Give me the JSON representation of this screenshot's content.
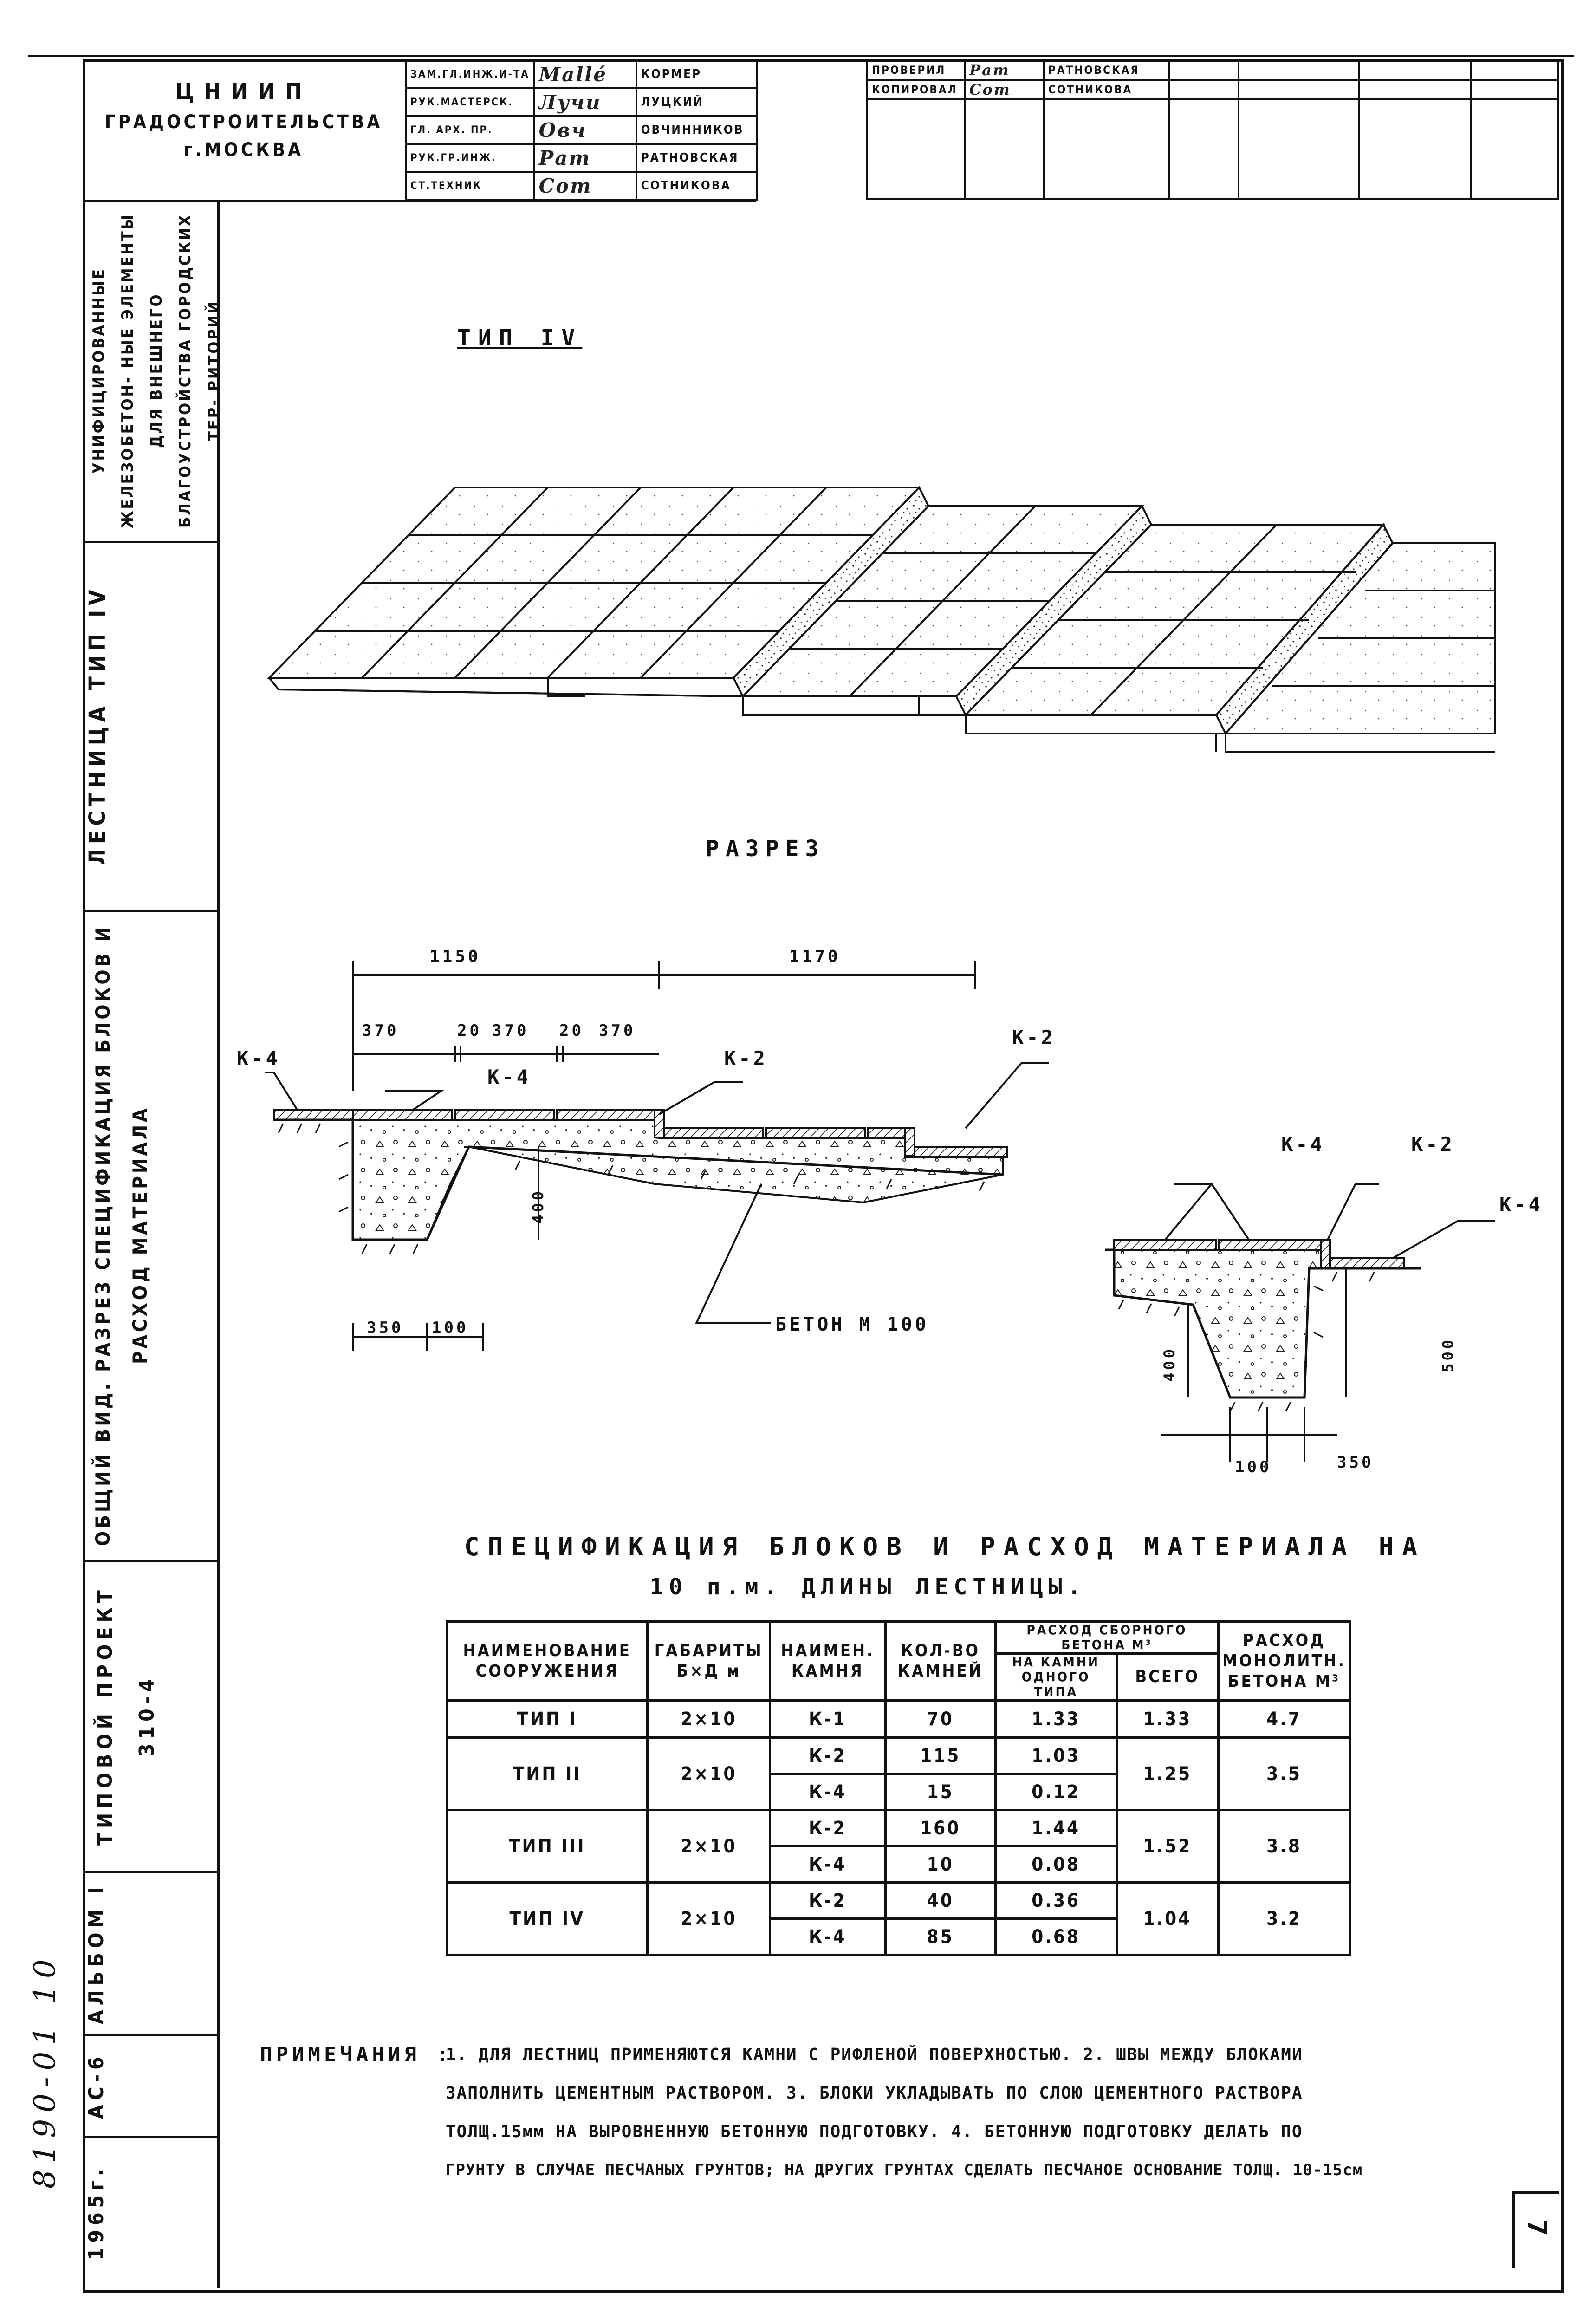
{
  "title_block": {
    "org_line1": "ЦНИИП",
    "org_line2": "ГРАДОСТРОИТЕЛЬСТВА",
    "org_line3": "г.МОСКВА",
    "roles": [
      "ЗАМ.ГЛ.ИНЖ.И-ТА",
      "РУК.МАСТЕРСК.",
      "ГЛ. АРХ. ПР.",
      "РУК.ГР.ИНЖ.",
      "СТ.ТЕХНИК"
    ],
    "names": [
      "КОРМЕР",
      "ЛУЦКИЙ",
      "ОВЧИННИКОВ",
      "РАТНОВСКАЯ",
      "СОТНИКОВА"
    ],
    "check_roles": [
      "ПРОВЕРИЛ",
      "КОПИРОВАЛ"
    ],
    "check_names": [
      "РАТНОВСКАЯ",
      "СОТНИКОВА"
    ]
  },
  "side_strip": {
    "project_title": "УНИФИЦИРОВАННЫЕ ЖЕЛЕЗОБЕТОН- НЫЕ ЭЛЕМЕНТЫ ДЛЯ ВНЕШНЕГО БЛАГОУСТРОЙСТВА ГОРОДСКИХ ТЕР- РИТОРИЙ",
    "object": "ЛЕСТНИЦА ТИП IV",
    "sheet_title": "ОБЩИЙ ВИД. РАЗРЕЗ СПЕЦИФИКАЦИЯ БЛОКОВ И РАСХОД МАТЕРИАЛА",
    "typical_project": "ТИПОВОЙ ПРОЕКТ 310-4",
    "album": "АЛЬБОМ I",
    "sheet_code": "АС-6",
    "year": "1965г.",
    "stamp": "8190-01 10"
  },
  "drawing": {
    "view_title": "ТИП IV",
    "section_title": "РАЗРЕЗ",
    "dims_top": [
      "1150",
      "1170"
    ],
    "dims_sub": [
      "370",
      "20",
      "370",
      "20",
      "370"
    ],
    "dim_400": "400",
    "dims_bottom_left": [
      "350",
      "100"
    ],
    "dim_400b": "400",
    "dim_500": "500",
    "dims_bottom_right": [
      "100",
      "350"
    ],
    "labels": {
      "k4_left": "К-4",
      "k4_mid": "К-4",
      "k2_a": "К-2",
      "k2_b": "К-2",
      "concrete": "БЕТОН М 100",
      "k4_r1": "К-4",
      "k2_r": "К-2",
      "k4_r2": "К-4"
    }
  },
  "spec": {
    "title_line1": "СПЕЦИФИКАЦИЯ БЛОКОВ И РАСХОД МАТЕРИАЛА НА",
    "title_line2": "10 п.м. ДЛИНЫ ЛЕСТНИЦЫ.",
    "headers": {
      "name": "НАИМЕНОВАНИЕ СООРУЖЕНИЯ",
      "dims": "ГАБАРИТЫ Б×Д м",
      "stone": "НАИМЕН. КАМНЯ",
      "count": "КОЛ-ВО КАМНЕЙ",
      "precast": "РАСХОД СБОРНОГО БЕТОНА М³",
      "per_stone": "НА КАМНИ ОДНОГО ТИПА",
      "total": "ВСЕГО",
      "monolith": "РАСХОД МОНОЛИТН. БЕТОНА М³"
    },
    "rows": [
      {
        "type": "ТИП I",
        "dims": "2×10",
        "stones": [
          {
            "name": "К-1",
            "count": "70",
            "vol": "1.33"
          }
        ],
        "total": "1.33",
        "mono": "4.7"
      },
      {
        "type": "ТИП II",
        "dims": "2×10",
        "stones": [
          {
            "name": "К-2",
            "count": "115",
            "vol": "1.03"
          },
          {
            "name": "К-4",
            "count": "15",
            "vol": "0.12"
          }
        ],
        "total": "1.25",
        "mono": "3.5"
      },
      {
        "type": "ТИП III",
        "dims": "2×10",
        "stones": [
          {
            "name": "К-2",
            "count": "160",
            "vol": "1.44"
          },
          {
            "name": "К-4",
            "count": "10",
            "vol": "0.08"
          }
        ],
        "total": "1.52",
        "mono": "3.8"
      },
      {
        "type": "ТИП IV",
        "dims": "2×10",
        "stones": [
          {
            "name": "К-2",
            "count": "40",
            "vol": "0.36"
          },
          {
            "name": "К-4",
            "count": "85",
            "vol": "0.68"
          }
        ],
        "total": "1.04",
        "mono": "3.2"
      }
    ]
  },
  "notes": {
    "label": "ПРИМЕЧАНИЯ :",
    "line1": "1. ДЛЯ ЛЕСТНИЦ ПРИМЕНЯЮТСЯ КАМНИ С РИФЛЕНОЙ ПОВЕРХНОСТЬЮ. 2. ШВЫ МЕЖДУ БЛОКАМИ",
    "line2": "ЗАПОЛНИТЬ ЦЕМЕНТНЫМ РАСТВОРОМ. 3. БЛОКИ УКЛАДЫВАТЬ ПО СЛОЮ ЦЕМЕНТНОГО РАСТВОРА",
    "line3": "ТОЛЩ.15мм НА ВЫРОВНЕННУЮ БЕТОННУЮ ПОДГОТОВКУ. 4. БЕТОННУЮ ПОДГОТОВКУ ДЕЛАТЬ ПО",
    "line4": "ГРУНТУ В СЛУЧАЕ ПЕСЧАНЫХ ГРУНТОВ; НА ДРУГИХ ГРУНТАХ СДЕЛАТЬ ПЕСЧАНОЕ ОСНОВАНИЕ ТОЛЩ. 10-15см"
  },
  "sheet_number": "7"
}
